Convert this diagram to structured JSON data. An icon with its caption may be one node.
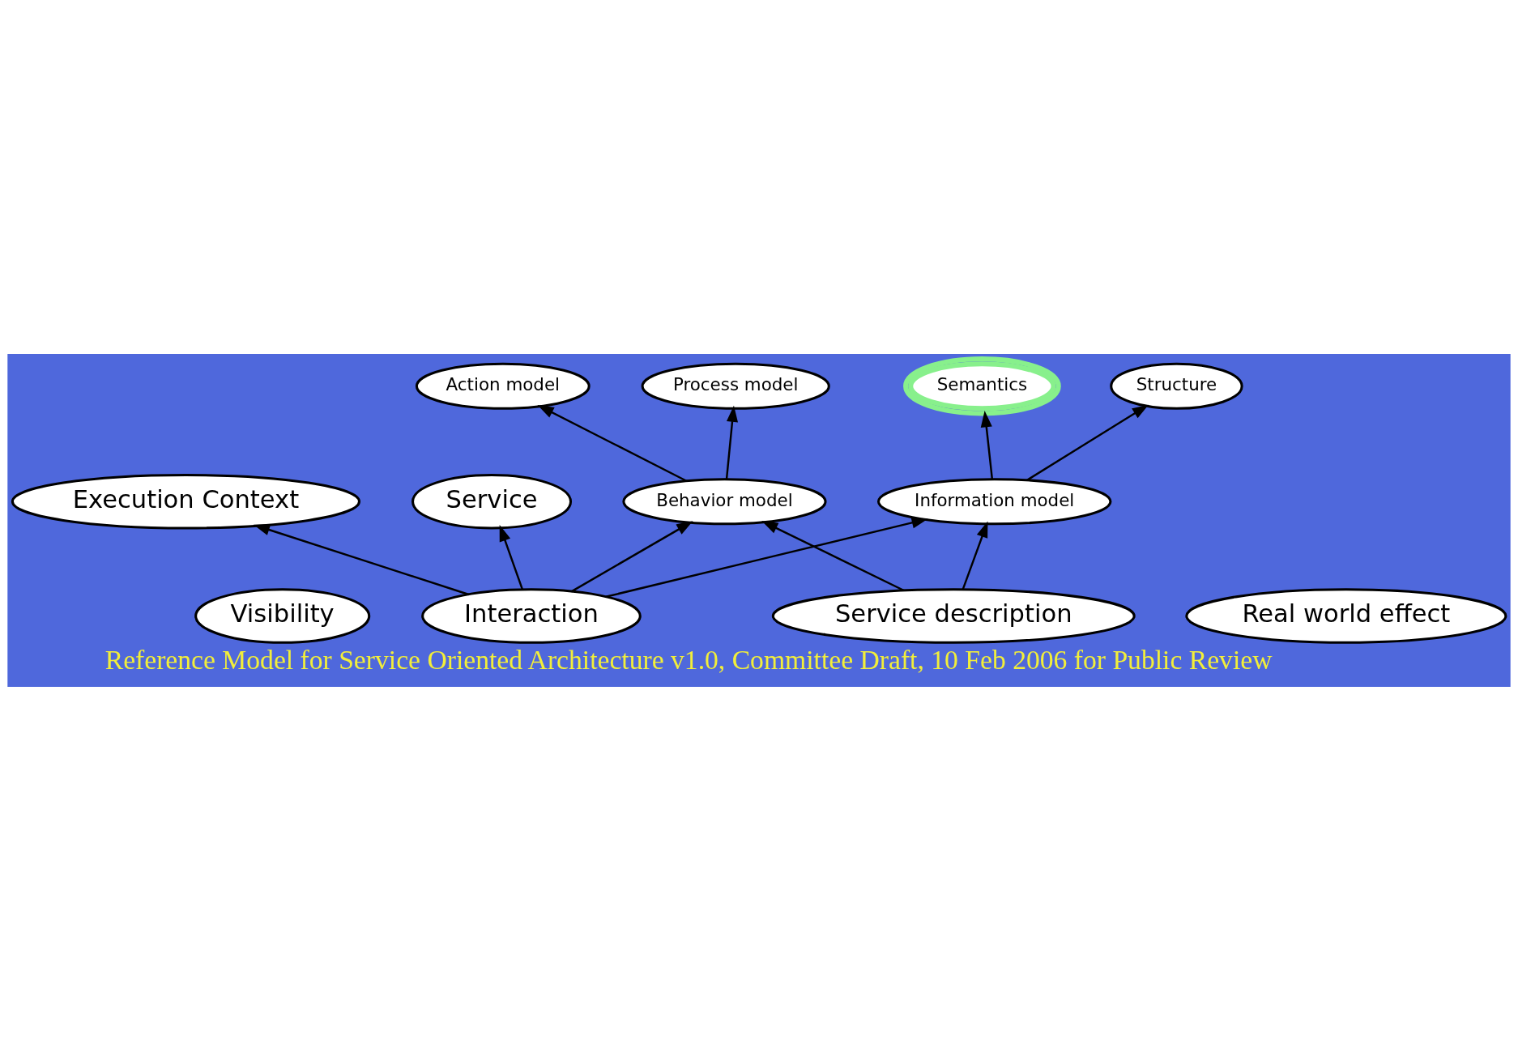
{
  "diagram": {
    "caption": "Reference Model for Service Oriented Architecture v1.0, Committee Draft, 10 Feb 2006 for Public Review",
    "nodes": [
      {
        "text": [
          "Visibility"
        ]
      },
      {
        "text": [
          "Execution Context"
        ]
      },
      {
        "text": [
          "Service description"
        ]
      },
      {
        "text": [
          "Service"
        ]
      },
      {
        "text": [
          "Action model"
        ]
      },
      {
        "text": [
          "Behavior model"
        ]
      },
      {
        "text": [
          "Process model"
        ]
      },
      {
        "text": [
          "Real world effect"
        ]
      },
      {
        "text": [
          "Interaction"
        ]
      },
      {
        "text": [
          "Information model"
        ]
      },
      {
        "text": [
          "Semantics"
        ]
      },
      {
        "text": [
          "Structure"
        ]
      }
    ],
    "edges": [
      {
        "from": 8,
        "to": 1,
        "arrow": "to"
      },
      {
        "from": 8,
        "to": 3,
        "arrow": "to"
      },
      {
        "from": 8,
        "to": 5,
        "arrow": "to"
      },
      {
        "from": 2,
        "to": 5,
        "arrow": "to"
      },
      {
        "from": 5,
        "to": 4,
        "arrow": "to"
      },
      {
        "from": 5,
        "to": 6,
        "arrow": "to"
      },
      {
        "from": 2,
        "to": 9,
        "arrow": "to"
      },
      {
        "from": 8,
        "to": 9,
        "arrow": "to"
      },
      {
        "from": 9,
        "to": 10,
        "arrow": "to"
      },
      {
        "from": 9,
        "to": 11,
        "arrow": "to"
      }
    ]
  }
}
